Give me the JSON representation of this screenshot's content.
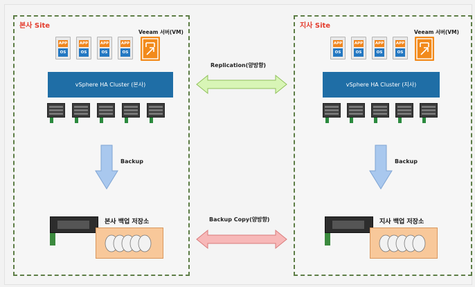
{
  "sites": {
    "hq": {
      "title": "본사 Site",
      "veeam_label": "Veeam 서버(VM)",
      "cluster_label": "vSphere HA Cluster (본사)",
      "backup_label": "Backup",
      "storage_label": "본사 백업 저장소"
    },
    "branch": {
      "title": "지사 Site",
      "veeam_label": "Veeam 서버(VM)",
      "cluster_label": "vSphere HA Cluster (지사)",
      "backup_label": "Backup",
      "storage_label": "지사 백업 저장소"
    }
  },
  "vm_icon": {
    "app_text": "APP",
    "os_text": "OS"
  },
  "links": {
    "replication": "Replication(양방향)",
    "backup_copy": "Backup Copy(양방향)"
  },
  "colors": {
    "site_border": "#5d7d46",
    "site_title": "#e33b2c",
    "cluster": "#1f6ea6",
    "replication_arrow": "#d8f5b6",
    "backup_copy_arrow": "#f7b8b8",
    "down_arrow": "#a9c8ee",
    "veeam": "#f28a1b"
  }
}
